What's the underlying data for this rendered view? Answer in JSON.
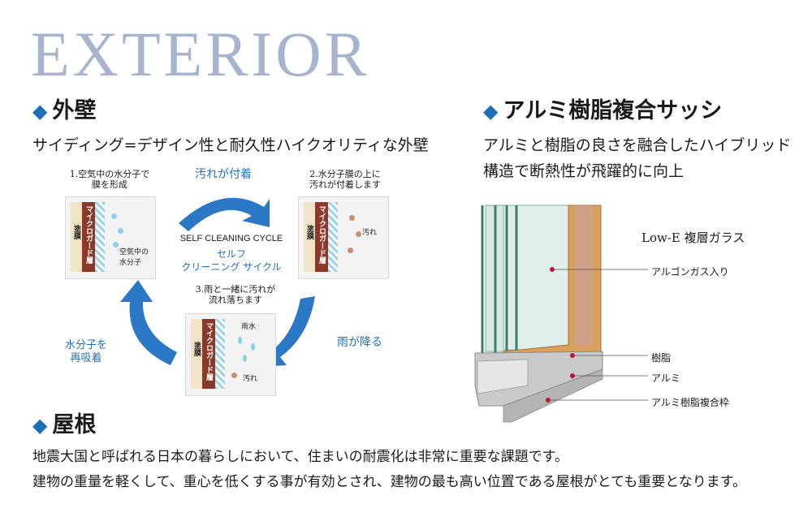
{
  "title": "EXTERIOR",
  "wall": {
    "heading": "外壁",
    "subtitle": "サイディング=デザイン性と耐久性ハイクオリティな外壁",
    "cycle": {
      "center_en": "SELF CLEANING CYCLE",
      "center_jp1": "セルフ",
      "center_jp2": "クリーニング サイクル",
      "step1_line1": "1.空気中の水分子で",
      "step1_line2": "膜を形成",
      "step2_line1": "2.水分子膜の上に",
      "step2_line2": "汚れが付着します",
      "step3_line1": "3.雨と一緒に汚れが",
      "step3_line2": "流れ落ちます",
      "arrow_top": "汚れが付着",
      "arrow_right": "雨が降る",
      "arrow_left_1": "水分子を",
      "arrow_left_2": "再吸着",
      "layer_coat": "塗膜",
      "layer_micro": "マイクロガード層",
      "label_air_1": "空気中の",
      "label_air_2": "水分子",
      "label_dirt": "汚れ",
      "label_rain": "雨水"
    }
  },
  "sash": {
    "heading": "アルミ樹脂複合サッシ",
    "desc1": "アルミと樹脂の良さを融合したハイブリッド",
    "desc2": "構造で断熱性が飛躍的に向上",
    "glass_label": "Low-E 複層ガラス",
    "callout_argon": "アルゴンガス入り",
    "callout_resin": "樹脂",
    "callout_alu": "アルミ",
    "callout_frame": "アルミ樹脂複合枠"
  },
  "roof": {
    "heading": "屋根",
    "line1": "地震大国と呼ばれる日本の暮らしにおいて、住まいの耐震化は非常に重要な課題です。",
    "line2": "建物の重量を軽くして、重心を低くする事が有効とされ、建物の最も高い位置である屋根がとても重要となります。"
  },
  "colors": {
    "accent": "#1f6fb8",
    "title": "#a7b4d0",
    "coat": "#8b3a2a",
    "micro": "#c87a52",
    "resin": "#d7a05e",
    "glass": "#d6e8e3"
  }
}
